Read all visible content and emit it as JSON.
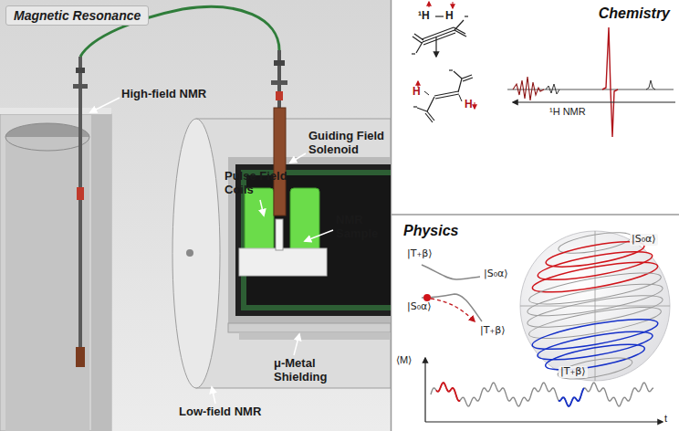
{
  "diagram": {
    "nodes": [
      {
        "text": [
          "Magnetic Resonance"
        ]
      },
      {
        "text": [
          "Chemistry"
        ]
      },
      {
        "text": [
          "Physics"
        ]
      }
    ],
    "labels": [
      "¹H",
      "H",
      "H",
      "H",
      "¹H NMR",
      "High-field NMR",
      "Guiding Field Solenoid",
      "Pulse Field Coils",
      "NMR Sample",
      "Low-field NMR",
      "μ-Metal Shielding",
      "|T₊β⟩",
      "|S₀α⟩",
      "|S₀α⟩",
      "|T₊β⟩",
      "|S₀α⟩",
      "|T₊β⟩",
      "⟨M⟩",
      "t"
    ]
  }
}
